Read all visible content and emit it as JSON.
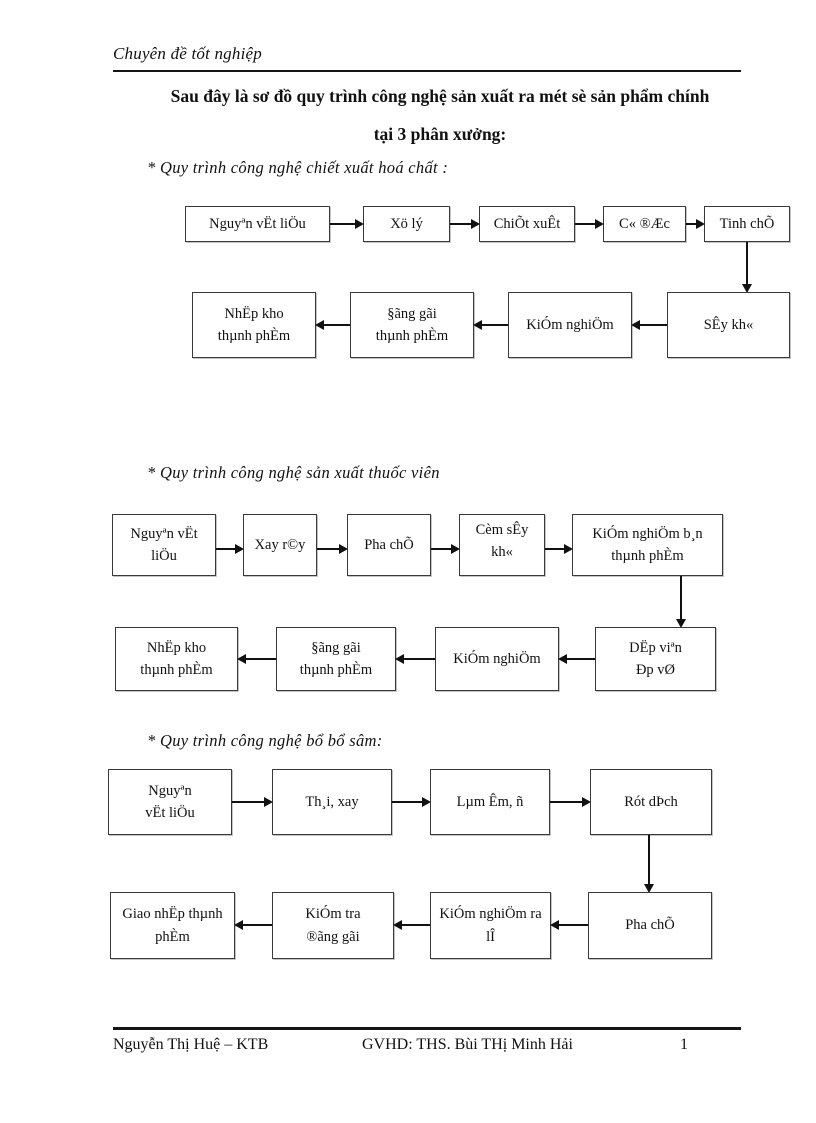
{
  "page": {
    "running_header": "Chuyên đề tốt nghiệp",
    "title_line1": "Sau đây là sơ đồ quy trình công nghệ sản xuất ra mét sè sản phẩm chính",
    "title_line2": "tại 3 phân xưởng:"
  },
  "flowcharts": [
    {
      "label": "* Quy trình công nghệ chiết xuất hoá chất :",
      "row1": [
        "Nguyªn vËt liÖu",
        "Xö lý",
        "ChiÕt xuÊt",
        "C« ®Æc",
        "Tinh chÕ"
      ],
      "row2": [
        "NhËp kho\nthµnh phÈm",
        "§ãng gãi\nthµnh phÈm",
        "KiÓm nghiÖm",
        "SÊy kh«"
      ]
    },
    {
      "label": "* Quy trình công nghệ sản xuất thuốc viên",
      "row1": [
        "Nguyªn vËt\nliÖu",
        "Xay r©y",
        "Pha chÕ",
        "Cèm sÊy kh«",
        "KiÓm nghiÖm b¸n\nthµnh phÈm"
      ],
      "row2": [
        "NhËp kho\nthµnh phÈm",
        "§ãng gãi\nthµnh phÈm",
        "KiÓm nghiÖm",
        "DËp viªn\nÐp vØ"
      ]
    },
    {
      "label": "* Quy trình công nghệ bổ bổ sâm:",
      "row1": [
        "Nguyªn\nvËt liÖu",
        "Th¸i, xay",
        "Lµm Êm, ñ",
        "Rót dÞch"
      ],
      "row2": [
        "Giao nhËp thµnh\nphÈm",
        "KiÓm tra\n®ãng gãi",
        "KiÓm nghiÖm ra\nlÎ",
        "Pha chÕ"
      ]
    }
  ],
  "footer": {
    "author": "Nguyễn Thị Huệ – KTB",
    "supervisor": "GVHD: THS. Bùi THị Minh Hải",
    "page_number": "1"
  }
}
